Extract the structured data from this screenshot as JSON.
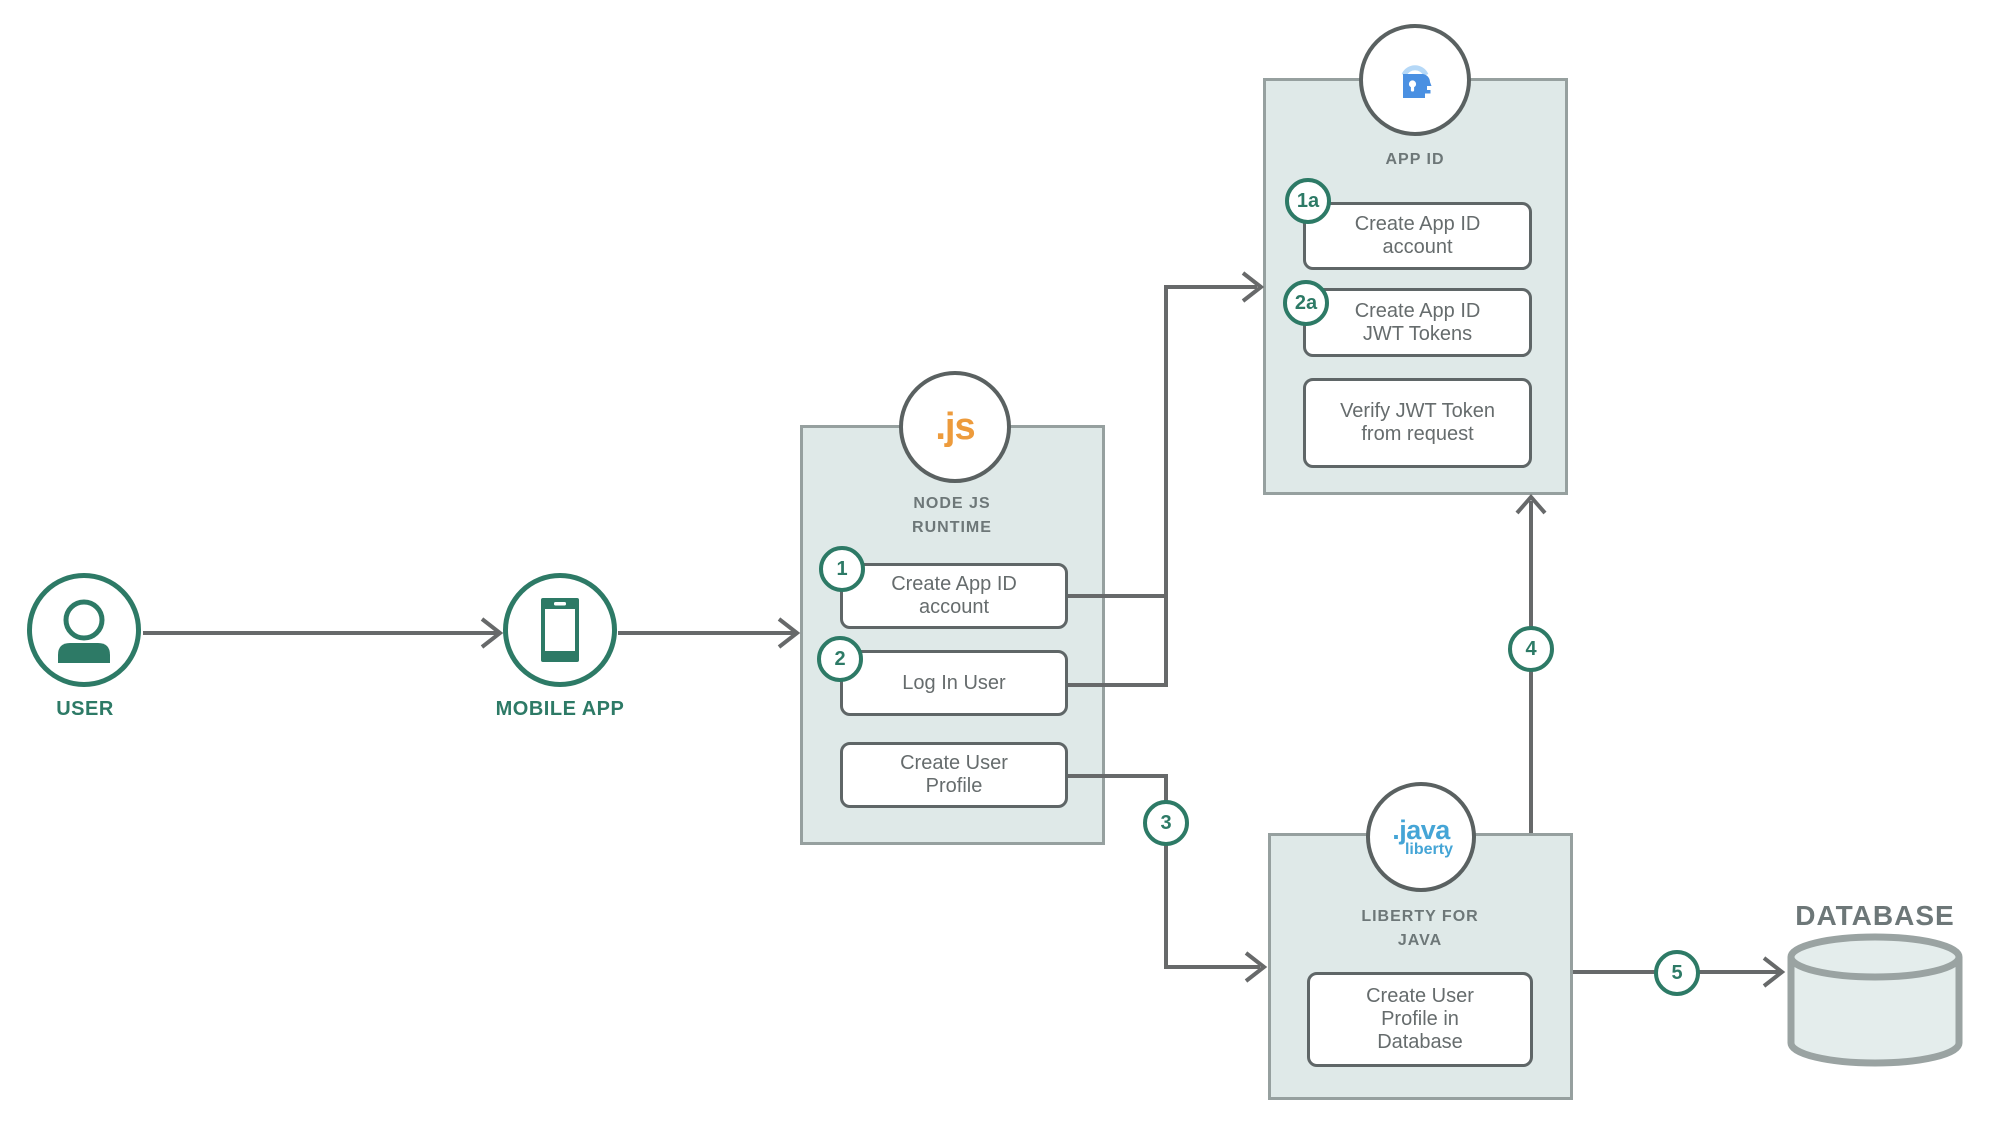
{
  "diagram": {
    "nodes": {
      "user": {
        "icon": "person-icon",
        "label": "USER"
      },
      "mobile_app": {
        "icon": "smartphone-icon",
        "label": "MOBILE APP"
      },
      "node_runtime": {
        "icon": "nodejs-icon",
        "logo": ".js",
        "label": "NODE JS RUNTIME",
        "steps": [
          {
            "badge": "1",
            "label": "Create App ID account"
          },
          {
            "badge": "2",
            "label": "Log In User"
          },
          {
            "badge": "",
            "label": "Create User Profile"
          }
        ]
      },
      "app_id": {
        "icon": "lock-face-icon",
        "label": "APP ID",
        "steps": [
          {
            "badge": "1a",
            "label": "Create App ID account"
          },
          {
            "badge": "2a",
            "label": "Create App ID JWT Tokens"
          },
          {
            "badge": "",
            "label": "Verify JWT Token from request"
          }
        ]
      },
      "liberty": {
        "icon": "java-liberty-icon",
        "logo": ".java",
        "logo_sub": "liberty",
        "label": "LIBERTY FOR JAVA",
        "steps": [
          {
            "badge": "",
            "label": "Create User Profile in Database"
          }
        ]
      },
      "database": {
        "icon": "cylinder-icon",
        "label": "DATABASE"
      }
    },
    "flow_badges": {
      "node_to_liberty": "3",
      "liberty_to_app_id": "4",
      "liberty_to_database": "5"
    },
    "colors": {
      "teal": "#2d7a66",
      "line_gray": "#67696a",
      "panel_fill": "#dfe9e8",
      "panel_border": "#96a09f",
      "step_border": "#5f6667",
      "step_text": "#666c6d",
      "section_label": "#6d7778",
      "js_orange": "#ed9b3c",
      "appid_blue": "#4a90e2",
      "appid_light_blue": "#b5d8f7",
      "java_blue": "#45a5d6",
      "db_stroke": "#9aa3a2",
      "db_fill": "#e4edec"
    }
  }
}
